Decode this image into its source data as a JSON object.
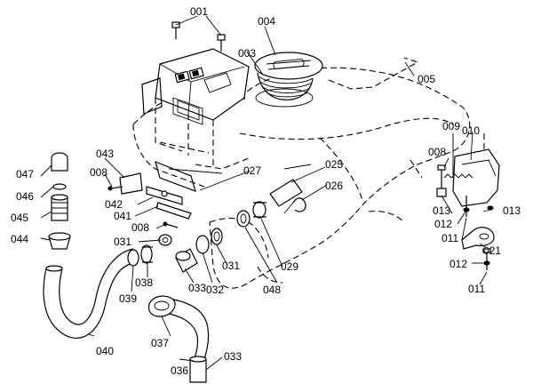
{
  "callouts": {
    "c001": "001",
    "c003": "003",
    "c004": "004",
    "c005": "005",
    "c008a": "008",
    "c008b": "008",
    "c008c": "008",
    "c009": "009",
    "c010": "010",
    "c011a": "011",
    "c011b": "011",
    "c012a": "012",
    "c012b": "012",
    "c013a": "013",
    "c013b": "013",
    "c021": "021",
    "c025": "025",
    "c026": "026",
    "c027": "027",
    "c029": "029",
    "c031a": "031",
    "c031b": "031",
    "c032": "032",
    "c033a": "033",
    "c033b": "033",
    "c036": "036",
    "c037": "037",
    "c038": "038",
    "c039": "039",
    "c040": "040",
    "c041": "041",
    "c042": "042",
    "c043": "043",
    "c044": "044",
    "c045": "045",
    "c046": "046",
    "c047": "047",
    "c048": "048"
  }
}
